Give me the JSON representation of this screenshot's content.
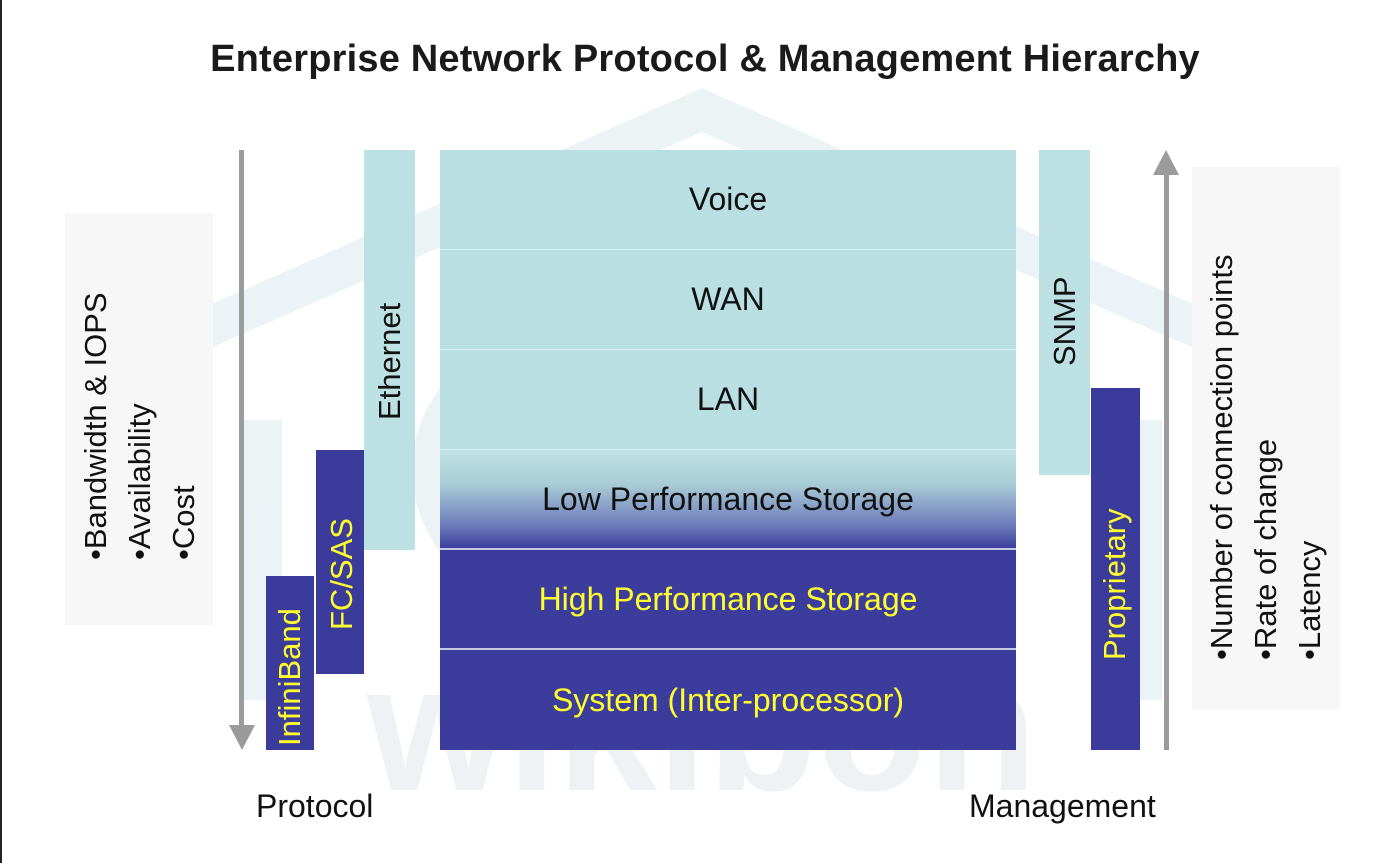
{
  "title": "Enterprise Network Protocol & Management Hierarchy",
  "watermark": "wikibon",
  "left_notes": {
    "items": [
      "•Bandwidth & IOPS",
      "•Availability",
      "•Cost"
    ],
    "arrow_direction": "down"
  },
  "right_notes": {
    "items": [
      "•Number of connection points",
      "•Rate of change",
      "•Latency"
    ],
    "arrow_direction": "up"
  },
  "protocols": [
    {
      "label": "Ethernet",
      "style": "light"
    },
    {
      "label": "FC/SAS",
      "style": "dark"
    },
    {
      "label": "InfiniBand",
      "style": "dark"
    }
  ],
  "layers": [
    {
      "label": "Voice",
      "style": "light"
    },
    {
      "label": "WAN",
      "style": "light"
    },
    {
      "label": "LAN",
      "style": "light"
    },
    {
      "label": "Low Performance Storage",
      "style": "gradient"
    },
    {
      "label": "High Performance Storage",
      "style": "dark"
    },
    {
      "label": "System (Inter-processor)",
      "style": "dark"
    }
  ],
  "management": [
    {
      "label": "SNMP",
      "style": "light"
    },
    {
      "label": "Proprietary",
      "style": "dark"
    }
  ],
  "axis_labels": {
    "left": "Protocol",
    "right": "Management"
  },
  "colors": {
    "light_fill": "#bde0e3",
    "dark_fill": "#3c3c9c",
    "dark_text": "#ffff2e",
    "arrow": "#9b9b9b"
  }
}
